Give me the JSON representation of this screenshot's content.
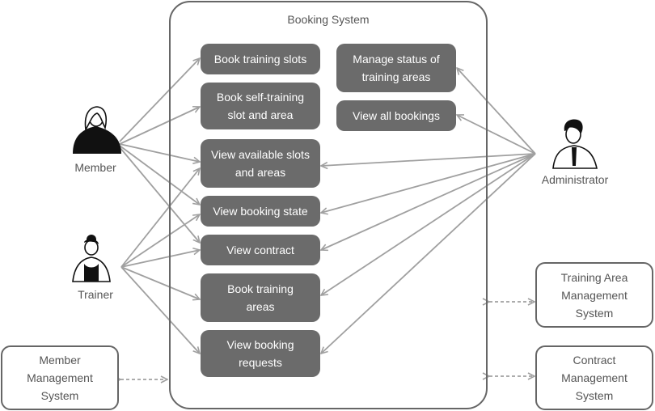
{
  "system": {
    "title": "Booking System"
  },
  "actors": {
    "member": "Member",
    "trainer": "Trainer",
    "administrator": "Administrator"
  },
  "use_cases": {
    "book_training_slots": "Book training slots",
    "book_self_training": "Book self-training\nslot and area",
    "view_available": "View available slots\nand areas",
    "view_booking_state": "View booking state",
    "view_contract": "View contract",
    "book_training_areas": "Book training\nareas",
    "view_booking_requests": "View booking\nrequests",
    "manage_status": "Manage status of\ntraining areas",
    "view_all_bookings": "View all bookings"
  },
  "external_systems": {
    "member_mgmt": "Member\nManagement\nSystem",
    "training_area_mgmt": "Training Area\nManagement\nSystem",
    "contract_mgmt": "Contract\nManagement\nSystem"
  },
  "colors": {
    "use_case_fill": "#6b6b6b",
    "line": "#a0a0a0",
    "border": "#666666"
  }
}
